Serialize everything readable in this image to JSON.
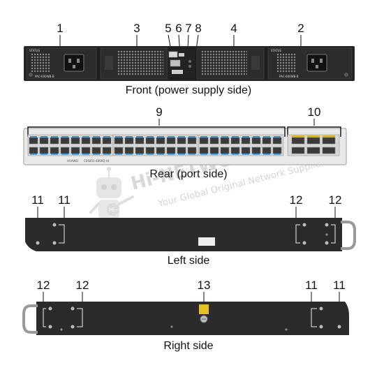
{
  "views": {
    "front": {
      "caption": "Front (power supply side)",
      "callouts": [
        "1",
        "3",
        "5",
        "6",
        "7",
        "8",
        "4",
        "2"
      ],
      "psu_left_label": "PAC-600WB-B",
      "psu_right_label": "PAC-600WB-B",
      "status_label": "STATUS"
    },
    "rear": {
      "caption": "Rear (port side)",
      "callouts": [
        "9",
        "10"
      ],
      "brand": "HUAWEI",
      "model": "CE6855-48S6Q-HI"
    },
    "left": {
      "caption": "Left side",
      "callouts": [
        "11",
        "11",
        "12",
        "12"
      ]
    },
    "right": {
      "caption": "Right side",
      "callouts": [
        "12",
        "12",
        "13",
        "11",
        "11"
      ]
    }
  },
  "watermark": {
    "title": "Hi-NETWORK",
    "subtitle": "Your Global Original Network Supplier",
    "mascot_badge": "Hi~"
  },
  "colors": {
    "chassis": "#2a2a2a",
    "panel": "#1e1e1e",
    "vent": "#8a8a8a",
    "port_blue": "#2f8fd0",
    "qsfp_gold": "#e0b020",
    "ground_label": "#e4c020"
  }
}
